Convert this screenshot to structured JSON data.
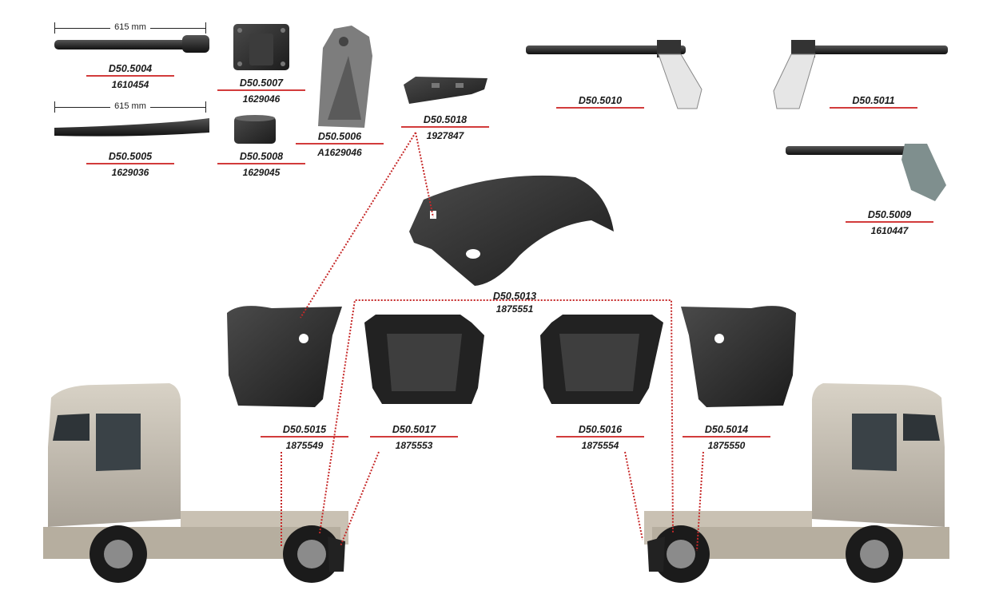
{
  "dimensions": {
    "bracket_1": "615 mm",
    "bracket_2": "615 mm"
  },
  "parts": {
    "d50_5004": {
      "code": "D50.5004",
      "number": "1610454"
    },
    "d50_5005": {
      "code": "D50.5005",
      "number": "1629036"
    },
    "d50_5007": {
      "code": "D50.5007",
      "number": "1629046"
    },
    "d50_5008": {
      "code": "D50.5008",
      "number": "1629045"
    },
    "d50_5006": {
      "code": "D50.5006",
      "number": "A1629046"
    },
    "d50_5018": {
      "code": "D50.5018",
      "number": "1927847"
    },
    "d50_5010": {
      "code": "D50.5010",
      "number": ""
    },
    "d50_5011": {
      "code": "D50.5011",
      "number": ""
    },
    "d50_5009": {
      "code": "D50.5009",
      "number": "1610447"
    },
    "d50_5013": {
      "code": "D50.5013",
      "number": "1875551"
    },
    "d50_5015": {
      "code": "D50.5015",
      "number": "1875549"
    },
    "d50_5017": {
      "code": "D50.5017",
      "number": "1875553"
    },
    "d50_5016": {
      "code": "D50.5016",
      "number": "1875554"
    },
    "d50_5014": {
      "code": "D50.5014",
      "number": "1875550"
    }
  },
  "colors": {
    "part": "#2b2b2b",
    "part_highlight": "#555555",
    "truck_body": "#c9c1b3",
    "leader_line": "#c62828",
    "underline": "#d23b3b"
  }
}
